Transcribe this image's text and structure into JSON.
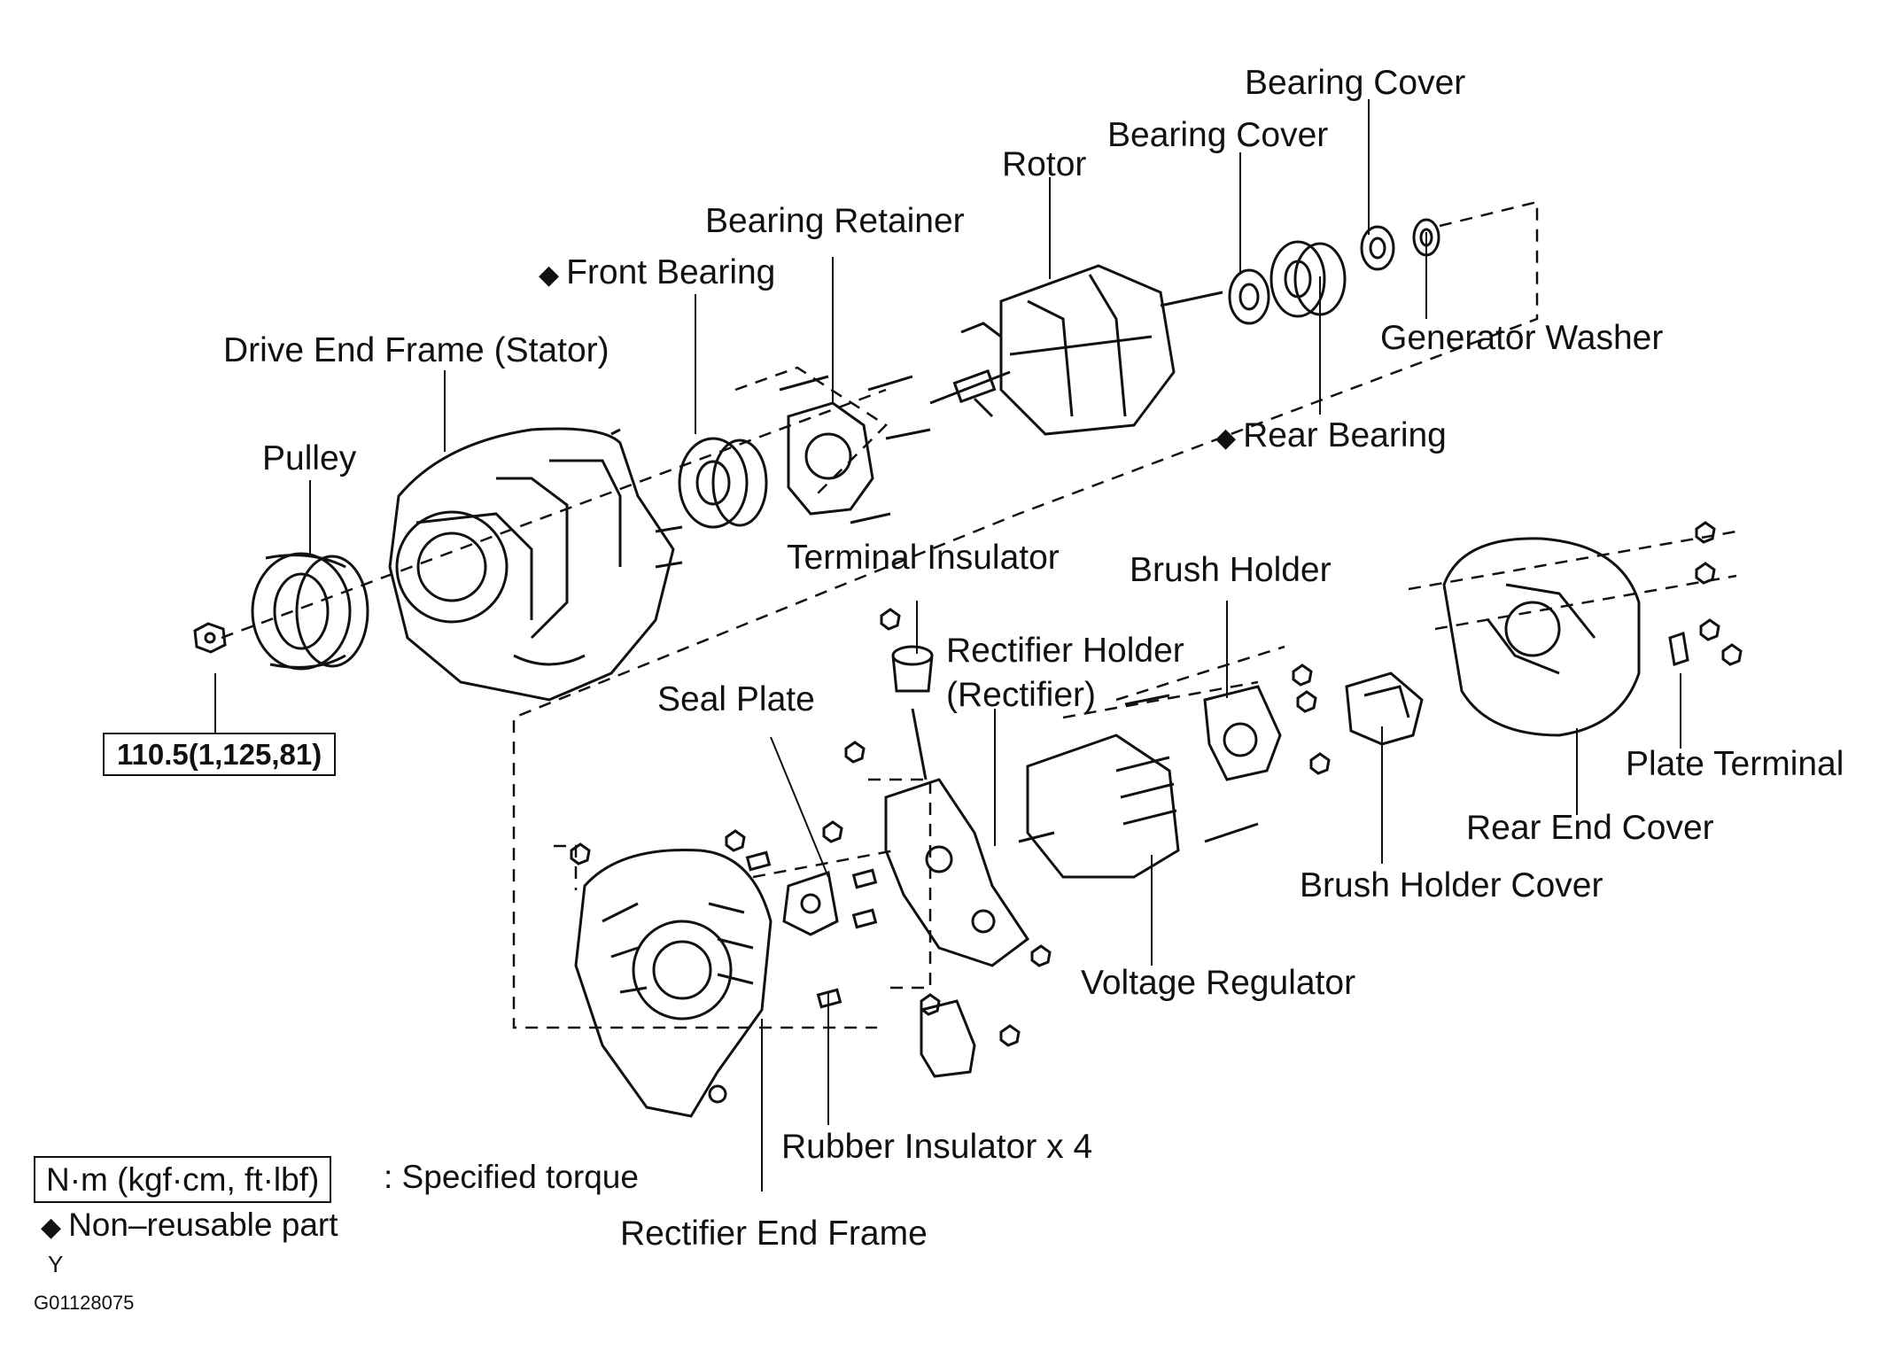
{
  "labels": {
    "bearing_cover_top": "Bearing Cover",
    "bearing_cover": "Bearing Cover",
    "rotor": "Rotor",
    "bearing_retainer": "Bearing Retainer",
    "front_bearing": "Front Bearing",
    "drive_end_frame": "Drive End Frame (Stator)",
    "generator_washer": "Generator Washer",
    "rear_bearing": "Rear Bearing",
    "pulley": "Pulley",
    "terminal_insulator": "Terminal Insulator",
    "brush_holder": "Brush Holder",
    "rectifier_holder_1": "Rectifier Holder",
    "rectifier_holder_2": "(Rectifier)",
    "seal_plate": "Seal Plate",
    "plate_terminal": "Plate Terminal",
    "rear_end_cover": "Rear End Cover",
    "brush_holder_cover": "Brush Holder Cover",
    "voltage_regulator": "Voltage Regulator",
    "rubber_insulator": "Rubber Insulator x 4",
    "rectifier_end_frame": "Rectifier End Frame"
  },
  "torque_value": "110.5(1,125,81)",
  "legend": {
    "torque_units": "N·m (kgf·cm, ft·lbf)",
    "torque_text": ": Specified torque",
    "non_reusable_symbol": "◆",
    "non_reusable_text": "Non–reusable part"
  },
  "footer": {
    "code_letter": "Y",
    "figure_id": "G01128075"
  }
}
